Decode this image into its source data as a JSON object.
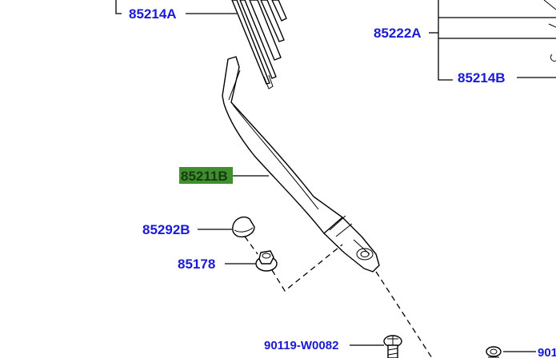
{
  "callouts": {
    "p85214A": "85214A",
    "p85222A": "85222A",
    "p85214B": "85214B",
    "p85211B": "85211B",
    "p85292B": "85292B",
    "p85178": "85178",
    "p90119": "90119-W0082",
    "p90cut": "901"
  },
  "colors": {
    "label": "#1a1ad6",
    "highlight_fill": "#3f8f2f",
    "highlight_text": "#173a10"
  }
}
